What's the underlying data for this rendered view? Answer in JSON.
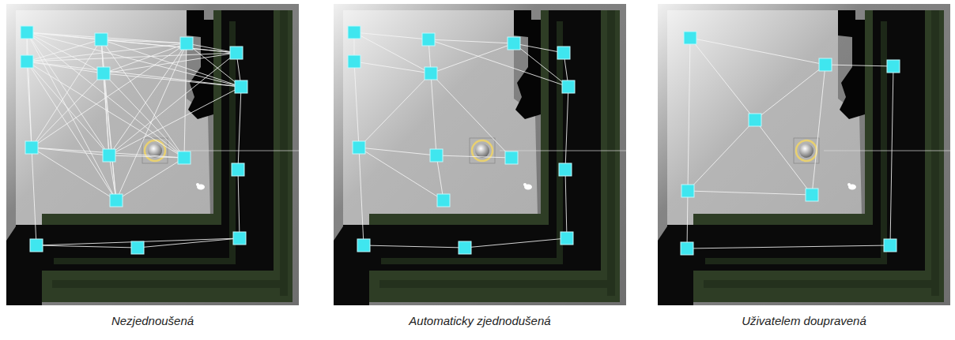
{
  "diagram": {
    "labels": [
      "Nezjednoušená",
      "Automaticky zjednodušená",
      "Uživatelem doupravená"
    ]
  }
}
